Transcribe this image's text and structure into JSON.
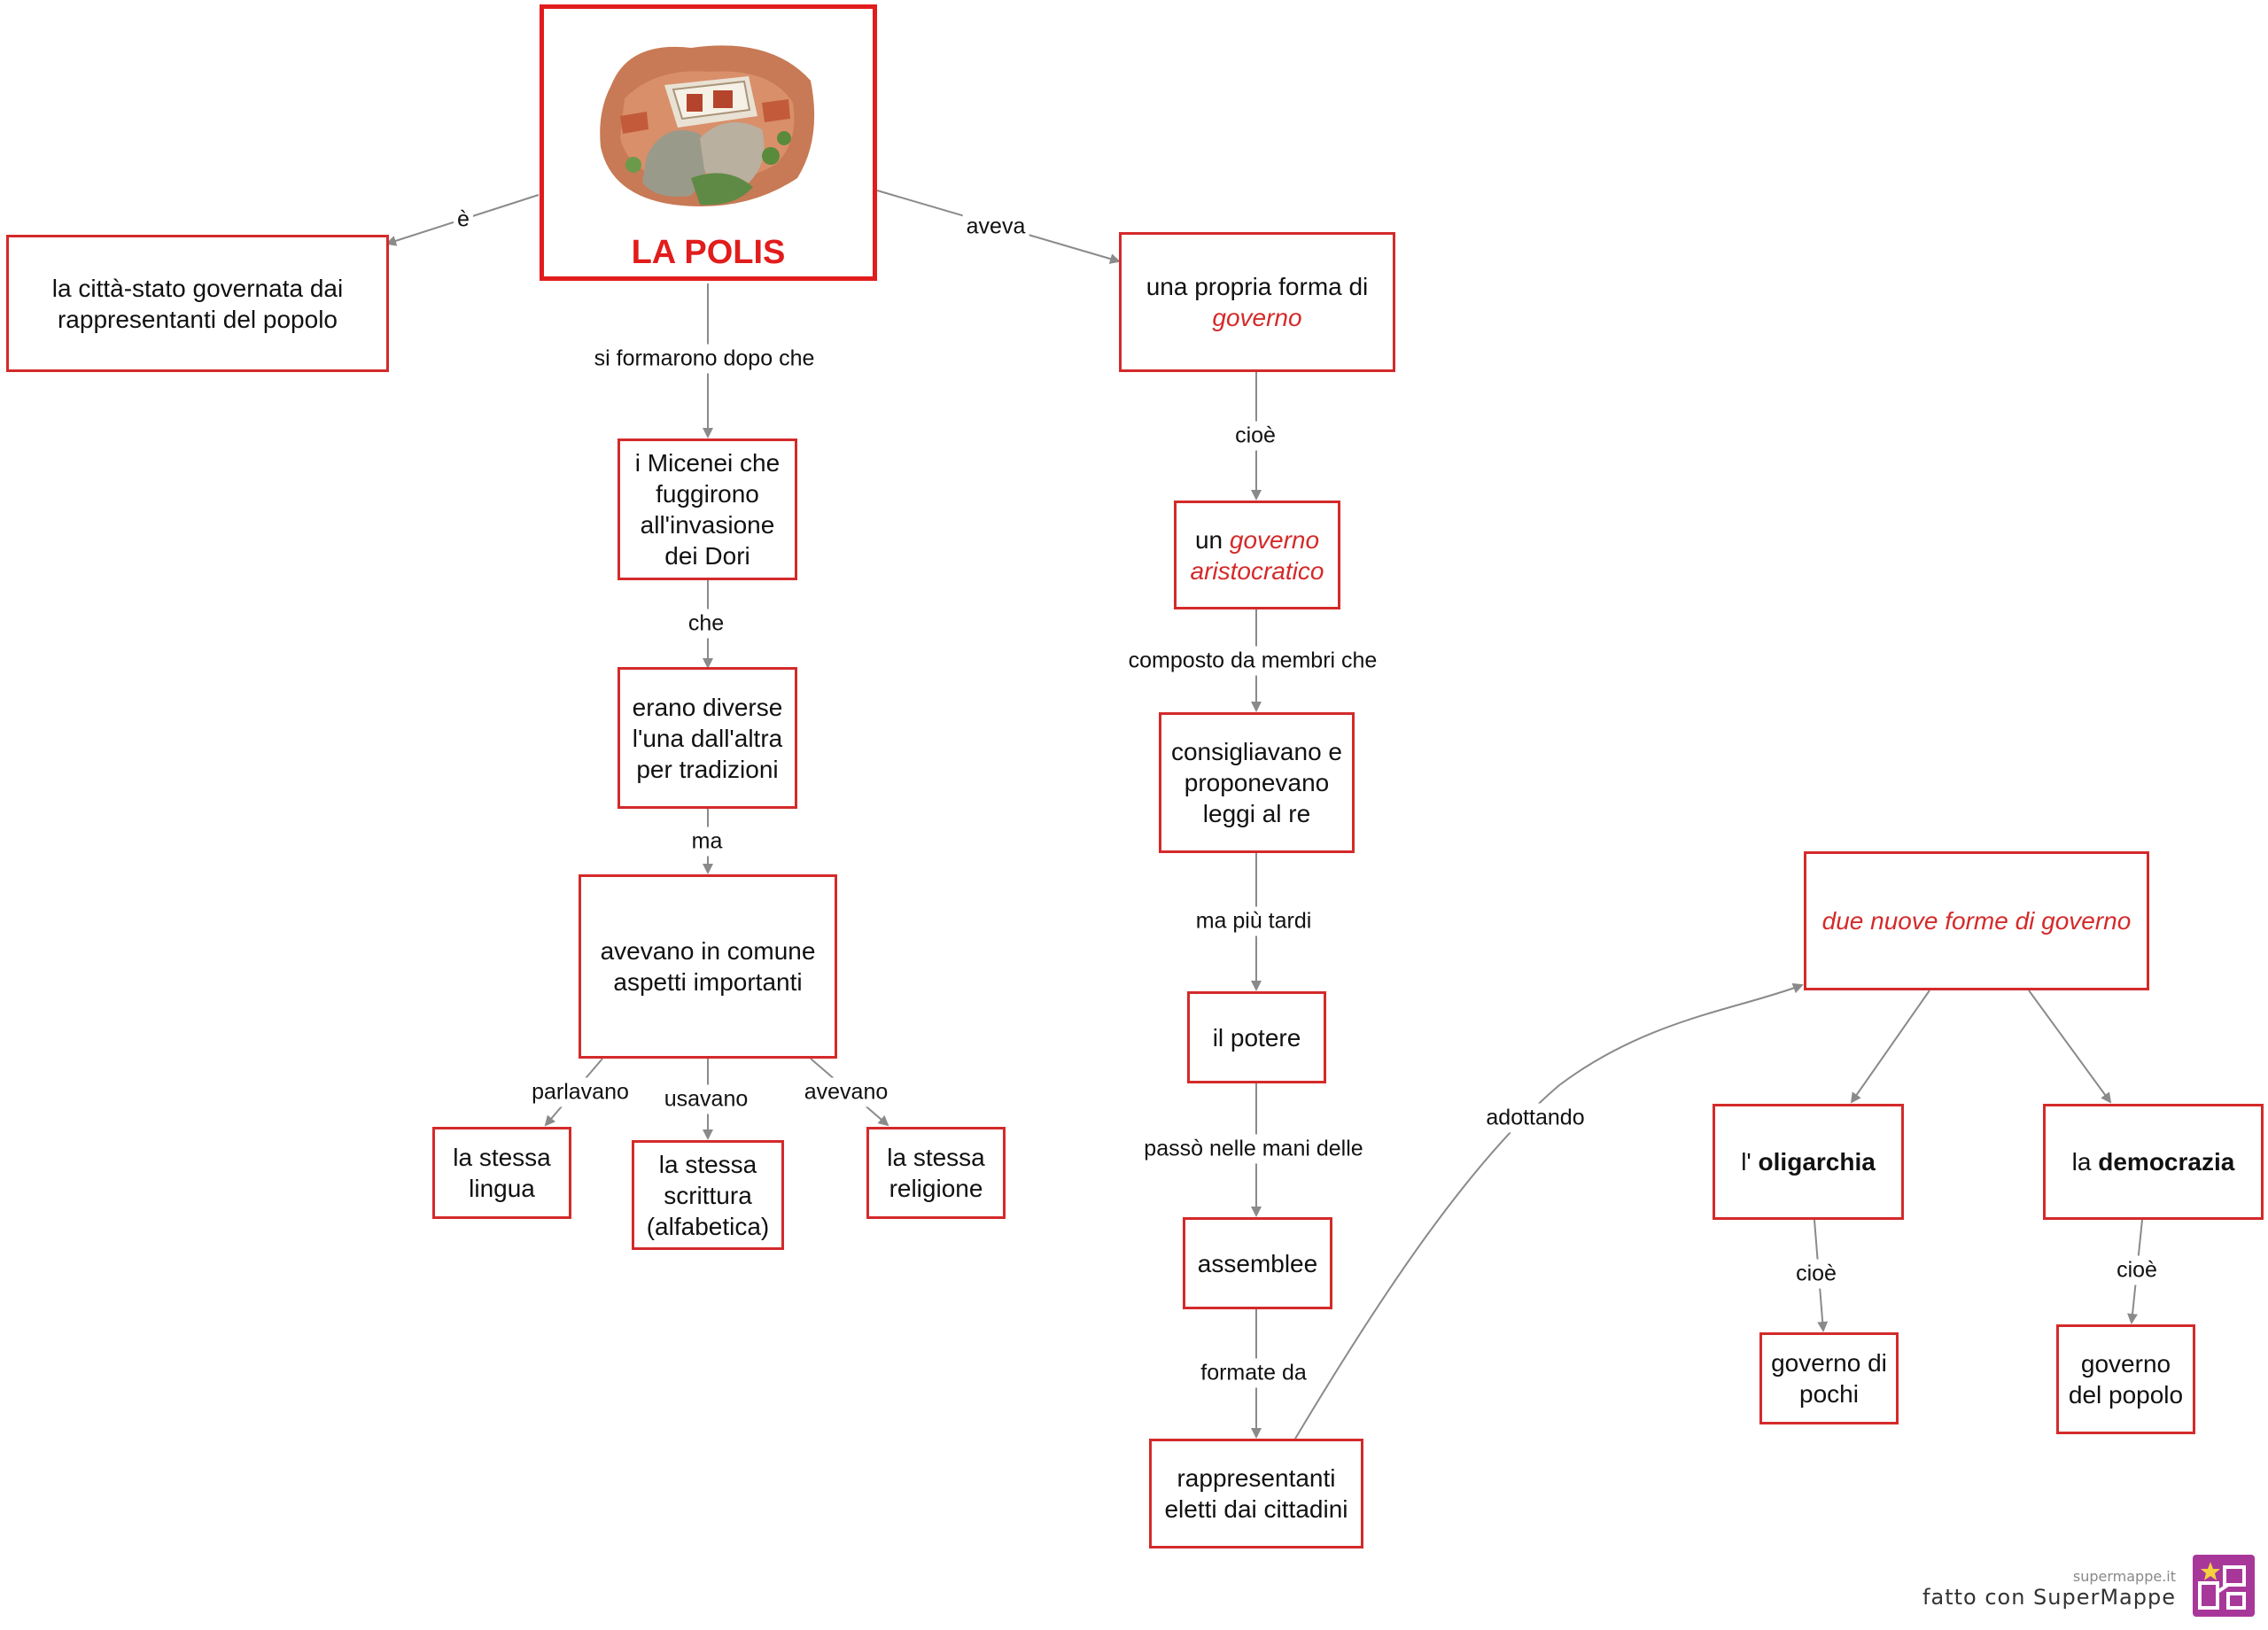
{
  "root": {
    "title": "LA POLIS"
  },
  "nodes": {
    "citta_stato": "la città-stato governata dai rappresentanti del popolo",
    "micenei": "i Micenei che fuggirono all'invasione dei Dori",
    "diverse": "erano diverse l'una dall'altra per tradizioni",
    "comune": "avevano in comune aspetti importanti",
    "lingua": "la stessa lingua",
    "scrittura": "la stessa scrittura (alfabetica)",
    "religione": "la stessa religione",
    "forma_governo_prefix": "una propria forma di",
    "forma_governo_em": "governo",
    "aristocratico_prefix": "un",
    "aristocratico_em": "governo aristocratico",
    "consigliavano": "consigliavano e proponevano leggi al re",
    "potere": "il potere",
    "assemblee": "assemblee",
    "rappresentanti": "rappresentanti eletti dai cittadini",
    "due_forme": "due nuove forme di governo",
    "oligarchia_prefix": "l'",
    "oligarchia_bold": "oligarchia",
    "democrazia_prefix": "la",
    "democrazia_bold": "democrazia",
    "pochi": "governo di pochi",
    "popolo": "governo del popolo"
  },
  "links": {
    "e": "è",
    "aveva": "aveva",
    "si_formarono": "si formarono dopo che",
    "che": "che",
    "ma": "ma",
    "parlavano": "parlavano",
    "usavano": "usavano",
    "avevano": "avevano",
    "cioe1": "cioè",
    "composto": "composto da membri che",
    "ma_piu_tardi": "ma più tardi",
    "passo": "passò nelle mani delle",
    "formate": "formate da",
    "adottando": "adottando",
    "cioe2": "cioè",
    "cioe3": "cioè"
  },
  "footer": {
    "site": "supermappe.it",
    "made_with": "fatto con SuperMappe"
  },
  "colors": {
    "border": "#d42a2a",
    "title": "#e11c1c",
    "arrow": "#8a8a8a"
  }
}
